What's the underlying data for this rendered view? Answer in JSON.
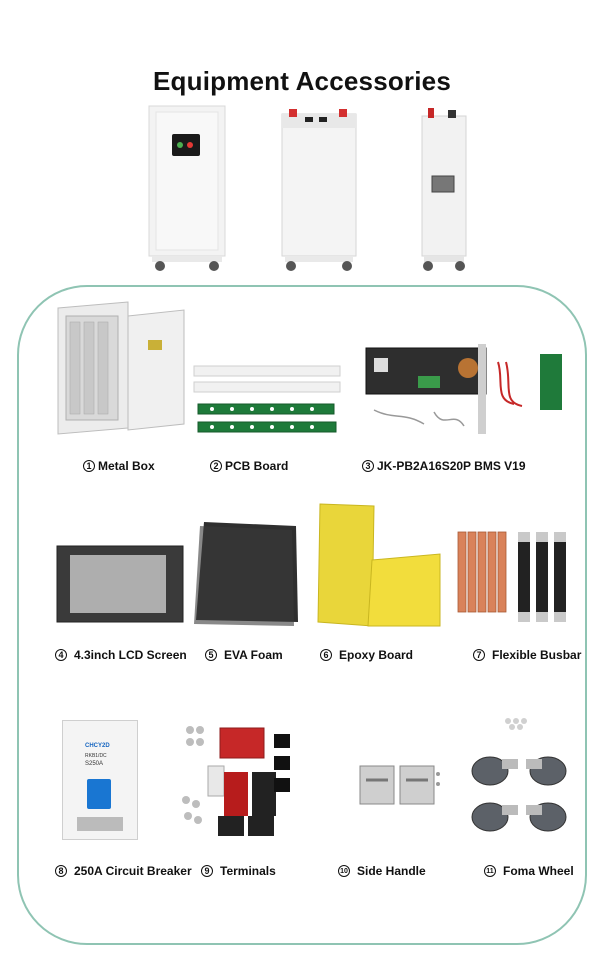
{
  "title": "Equipment Accessories",
  "items": [
    {
      "num": "1",
      "label": "Metal Box"
    },
    {
      "num": "2",
      "label": "PCB Board"
    },
    {
      "num": "3",
      "label": "JK-PB2A16S20P BMS V19"
    },
    {
      "num": "4",
      "label": "4.3inch LCD Screen"
    },
    {
      "num": "5",
      "label": "EVA Foam"
    },
    {
      "num": "6",
      "label": "Epoxy Board"
    },
    {
      "num": "7",
      "label": "Flexible Busbar"
    },
    {
      "num": "8",
      "label": "250A Circuit Breaker"
    },
    {
      "num": "9",
      "label": "Terminals"
    },
    {
      "num": "10",
      "label": "Side Handle"
    },
    {
      "num": "11",
      "label": "Foma Wheel"
    }
  ],
  "breaker_brand": "CHCY2D",
  "breaker_model": "RKB1/DC",
  "breaker_rating": "S250A"
}
